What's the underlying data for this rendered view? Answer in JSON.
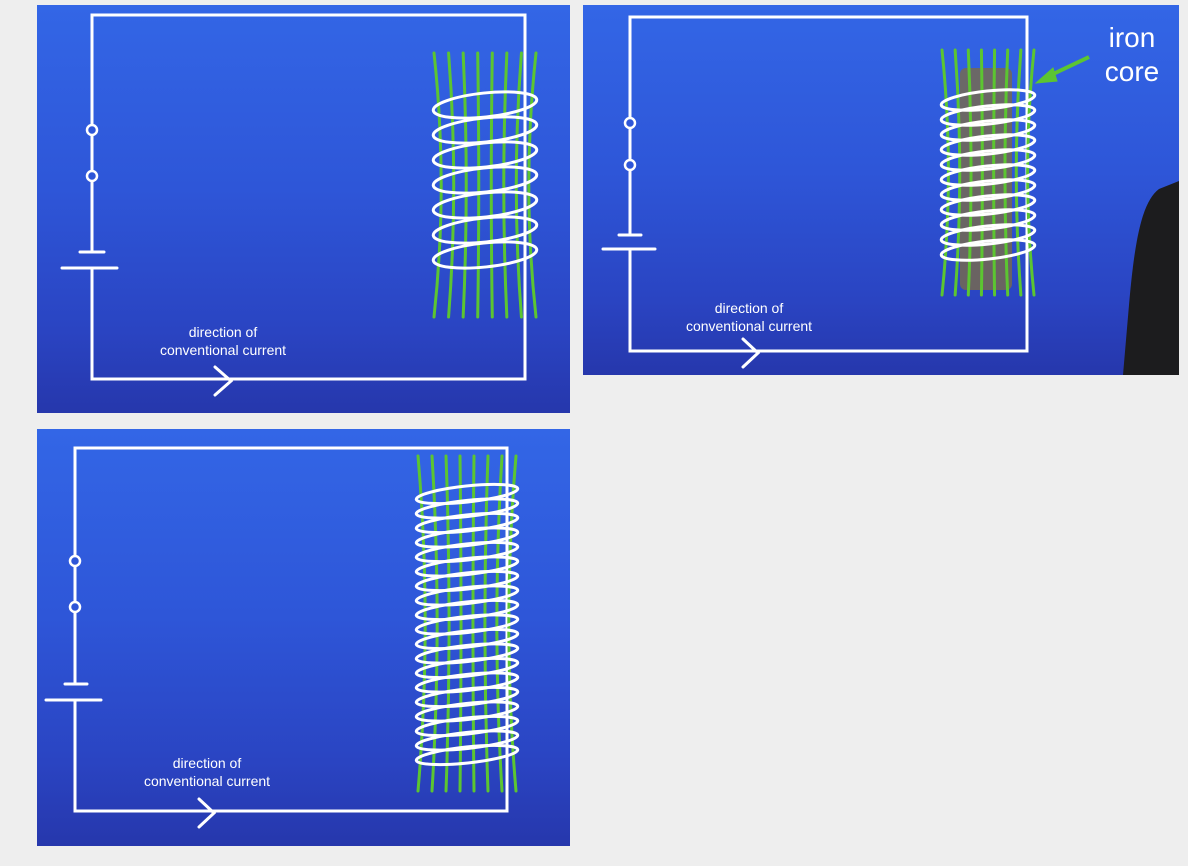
{
  "panels": [
    {
      "name": "solenoid-circuit-few-turns",
      "caption": {
        "line1": "direction of",
        "line2": "conventional current"
      }
    },
    {
      "name": "solenoid-circuit-iron-core",
      "caption": {
        "line1": "direction of",
        "line2": "conventional current"
      },
      "annotation": {
        "line1": "iron",
        "line2": "core"
      }
    },
    {
      "name": "solenoid-circuit-many-turns",
      "caption": {
        "line1": "direction of",
        "line2": "conventional current"
      }
    }
  ],
  "colors": {
    "background": "#eeeeee",
    "panel_top": "#3366e6",
    "panel_bottom": "#2637ac",
    "wire": "#ffffff",
    "field_lines": "#5cc531",
    "iron_core": "#7a6a48",
    "annotation_arrow": "#5cc531"
  }
}
